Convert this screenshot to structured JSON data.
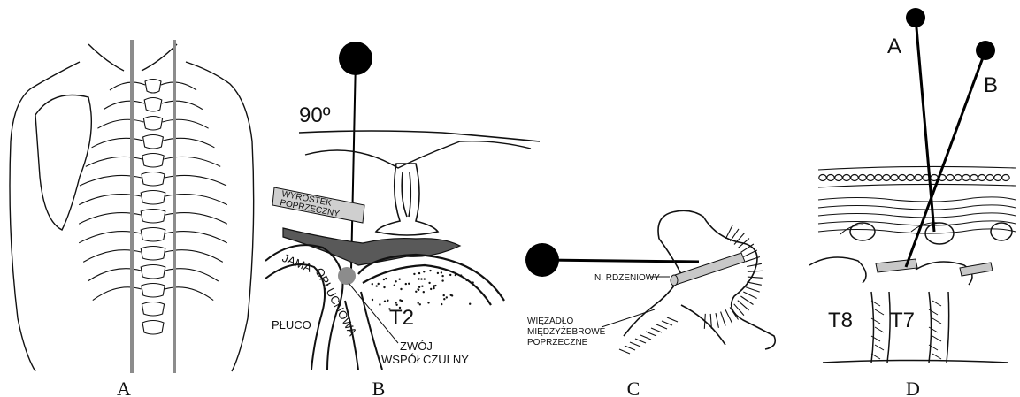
{
  "panels": [
    {
      "caption": "A"
    },
    {
      "caption": "B",
      "angle_label": "90º",
      "labels": {
        "process_line1": "WYROSTEK",
        "process_line2": "POPRZECZNY",
        "cavity": "JAMA",
        "pleural": "OPŁUCNOWA",
        "lung": "PŁUCO",
        "vertebra": "T2",
        "ganglion_line1": "ZWÓJ",
        "ganglion_line2": "WSPÓŁCZULNY"
      }
    },
    {
      "caption": "C",
      "labels": {
        "nerve": "N. RDZENIOWY",
        "ligament_line1": "WIĘZADŁO",
        "ligament_line2": "MIĘDZYŻEBROWE",
        "ligament_line3": "POPRZECZNE"
      }
    },
    {
      "caption": "D",
      "labels": {
        "needle_a": "A",
        "needle_b": "B",
        "t8": "T8",
        "t7": "T7"
      }
    }
  ]
}
